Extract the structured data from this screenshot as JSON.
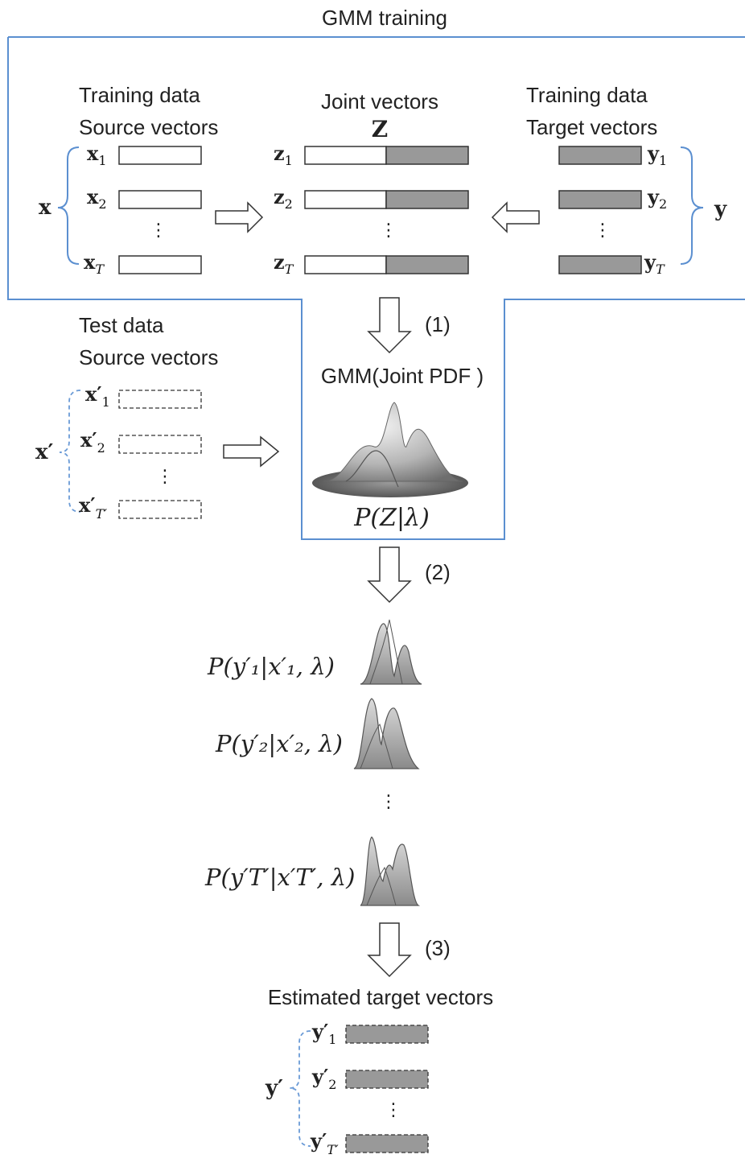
{
  "frame_title": "GMM training",
  "training": {
    "source_heading_1": "Training data",
    "source_heading_2": "Source vectors",
    "joint_heading": "Joint vectors",
    "joint_symbol": "Z",
    "target_heading_1": "Training data",
    "target_heading_2": "Target vectors",
    "source_group": "x",
    "target_group": "y",
    "x_labels": [
      "x",
      "x",
      "x"
    ],
    "x_subs": [
      "1",
      "2",
      "T"
    ],
    "z_labels": [
      "z",
      "z",
      "z"
    ],
    "z_subs": [
      "1",
      "2",
      "T"
    ],
    "y_labels": [
      "y",
      "y",
      "y"
    ],
    "y_subs": [
      "1",
      "2",
      "T"
    ],
    "vdots": "⋮"
  },
  "test": {
    "heading_1": "Test data",
    "heading_2": "Source vectors",
    "group": "x′",
    "labels": [
      "x′",
      "x′",
      "x′"
    ],
    "subs": [
      "1",
      "2",
      "T′"
    ]
  },
  "model": {
    "step1": "(1)",
    "title": "GMM(Joint PDF )",
    "formula": "P(Z|λ)"
  },
  "conversion": {
    "step2": "(2)",
    "formulas": [
      "P(y′₁|x′₁, λ)",
      "P(y′₂|x′₂, λ)",
      "P(y′T′|x′T′, λ)"
    ],
    "vdots": "⋮"
  },
  "output": {
    "step3": "(3)",
    "heading": "Estimated target vectors",
    "group": "y′",
    "labels": [
      "y′",
      "y′",
      "y′"
    ],
    "subs": [
      "1",
      "2",
      "T′"
    ]
  },
  "colors": {
    "frame": "#5b8fd0",
    "brace_dashed": "#6a9ad6",
    "fill_gray": "#999999"
  }
}
